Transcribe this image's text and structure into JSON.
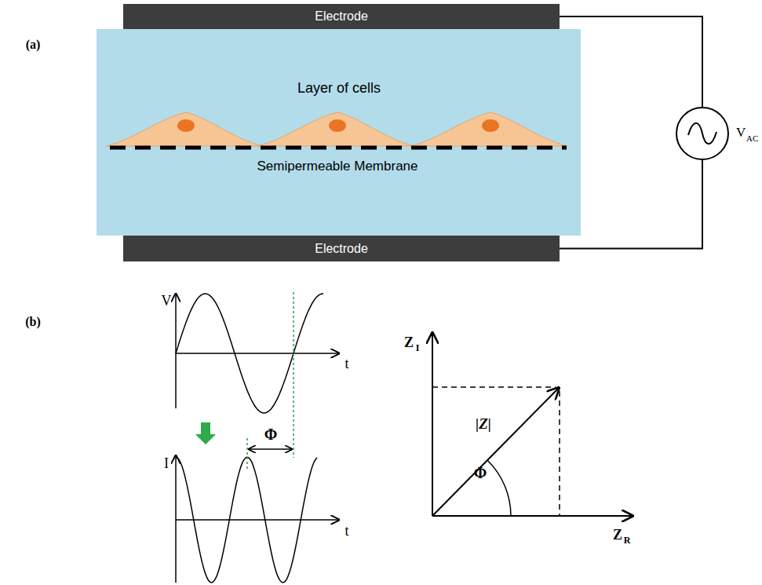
{
  "diagram": {
    "nodes": [
      {
        "text": [
          "Electrode"
        ]
      },
      {
        "text": [
          "Layer of cells",
          "Semipermeable Membrane"
        ]
      },
      {
        "text": [
          "Electrode"
        ]
      },
      {
        "text": [
          "V",
          "AC"
        ]
      }
    ],
    "edges": [
      {
        "from": 0,
        "to": 3,
        "arrow": "none"
      },
      {
        "from": 3,
        "to": 2,
        "arrow": "none"
      }
    ],
    "labels": [
      "(a)",
      "(b)",
      "V",
      "t",
      "Φ",
      "I",
      "t",
      "Z",
      "I",
      "|Z|",
      "Φ",
      "Z",
      "R"
    ]
  }
}
